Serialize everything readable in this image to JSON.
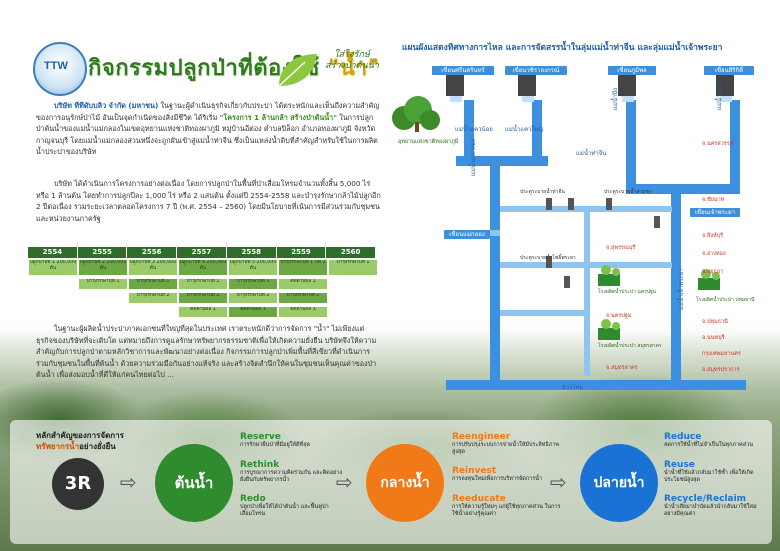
{
  "header": {
    "logo_text": "TTW",
    "title": "กิจกรรมปลูกป่าที่ต้องใช้",
    "title_quote": "\"น้ำ\"",
    "slogan_line1": "ใส่ใจรักษ์",
    "slogan_line2": "สร้างป่าต้นน้ำ"
  },
  "paragraphs": {
    "p1_lead": "บริษัท ทีทีดับบลิว จำกัด (มหาชน)",
    "p1_text": " ในฐานะผู้ดำเนินธุรกิจเกี่ยวกับประปา ได้ตระหนักและเห็นถึงความสำคัญของการอนุรักษ์ป่าไม้ อันเป็นจุดกำเนิดของสิ่งมีชีวิต ได้ริเริ่ม ",
    "p1_project": "\"โครงการ 1 ล้านกล้า สร้างป่าต้นน้ำ\"",
    "p1_text2": " ในการปลูกป่าต้นน้ำของแม่น้ำแม่กลองในเขตอุทยานแห่งชาติทองผาภูมิ หมู่บ้านอีต่อง ตำบลปิล็อก อำเภอทองผาภูมิ จังหวัดกาญจนบุรี โดยแม่น้ำแม่กลองส่วนหนึ่งจะถูกผันเข้าสู่แม่น้ำท่าจีน ซึ่งเป็นแหล่งน้ำดิบที่สำคัญสำหรับใช้ในการผลิตน้ำประปาของบริษัท",
    "p2_text": "บริษัท ได้ดำเนินการโครงการอย่างต่อเนื่อง โดยการปลูกป่าในพื้นที่ป่าเสื่อมโทรมจำนวนทั้งสิ้น 5,000 ไร่ หรือ 1 ล้านต้น โดยทำการปลูกปีละ 1,000 ไร่ หรือ 2 แสนต้น ตั้งแต่ปี 2554-2558 และบำรุงรักษากล้าไม้ปลูกอีก 2 ปีต่อเนื่อง รวมระยะเวลาตลอดโครงการ 7 ปี (พ.ศ. 2554 – 2560) โดยมีนโยบายที่เน้นการมีส่วนร่วมกับชุมชนและหน่วยงานภาครัฐ",
    "p3_text": "ในฐานะผู้ผลิตน้ำประปาภาคเอกชนที่ใหญ่ที่สุดในประเทศ เราตระหนักดีว่าการจัดการ \"น้ำ\" ไม่เพียงแต่ธุรกิจของบริษัทที่จะเติบโต แต่หมายถึงการดูแลรักษาทรัพยากรธรรมชาติเพื่อให้เกิดความยั่งยืน บริษัทจึงให้ความสำคัญกับการปลูกป่าตามหลักวิชาการและพัฒนาอย่างต่อเนื่อง กิจกรรมการปลูกป่าเพิ่มพื้นที่สีเขียวที่ดำเนินการร่วมกับชุมชนในพื้นที่ต้นน้ำ ด้วยความร่วมมือกันอย่างแท้จริง และสร้างจิตสำนึกให้คนในชุมชนเห็นคุณค่าของป่าต้นน้ำ เพื่อส่งมอบน้ำที่ดีให้แก่คนไทยต่อไป ..."
  },
  "timeline": {
    "years": [
      "2554",
      "2555",
      "2556",
      "2557",
      "2558",
      "2559",
      "2560"
    ],
    "row1": [
      "ปลูกป่าปีที่ 1\n200,000 ต้น",
      "ปลูกป่าปีที่ 2\n200,000 ต้น",
      "ปลูกป่าปีที่ 3\n200,000 ต้น",
      "ปลูกป่าปีที่ 4\n200,000 ต้น",
      "ปลูกป่าปีที่ 5\n200,000 ต้น",
      "บำรุงรักษาปีที่ 1 ปีที่ 2",
      "บำรุงรักษาปีที่ 1"
    ],
    "row2": [
      "บำรุงรักษาปีที่ 1",
      "บำรุงรักษาปีที่ 1",
      "บำรุงรักษาปีที่ 1",
      "บำรุงรักษาปีที่ 1",
      "ติดตามผล 1"
    ],
    "row3": [
      "บำรุงรักษาปีที่ 2",
      "บำรุงรักษาปีที่ 2",
      "บำรุงรักษาปีที่ 2",
      "บำรุงรักษาปีที่ 2"
    ],
    "row4": [
      "ติดตามผล 1",
      "ติดตามผล 1",
      "ติดตามผล 1"
    ]
  },
  "diagram": {
    "title": "แผนผังแสดงทิศทางการไหล และการจัดสรรน้ำในลุ่มแม่น้ำท่าจีน และลุ่มแม่น้ำเจ้าพระยา",
    "dams": [
      "เขื่อนศรีนครินทร์",
      "เขื่อนวชิราลงกรณ์",
      "เขื่อนภูมิพล",
      "เขื่อนสิริกิติ์"
    ],
    "dam_mae_klong": "เขื่อนแม่กลอง",
    "dam_chao_phraya": "เขื่อนเจ้าพระยา",
    "river_kwai_noi": "แม่น้ำแควน้อย",
    "river_kwai_yai": "แม่น้ำแควใหญ่",
    "river_mae_klong": "แม่น้ำแม่กลอง",
    "river_tha_chin": "แม่น้ำท่าจีน",
    "river_chao_phraya": "แม่น้ำเจ้าพระยา",
    "river_ping": "แม่น้ำปิง",
    "river_nan": "แม่น้ำน่าน",
    "sea": "อ่าวไทย",
    "park": "อุทยานแห่งชาติทองผาภูมิ",
    "gate_labels": [
      "ประตูระบายน้ำท่าจีน",
      "ประตูระบายน้ำสามชุก",
      "ประตูระบายน้ำโพธิ์พระยา"
    ],
    "plant_nakhon_pathom": "โรงผลิตน้ำประปา นครปฐม",
    "plant_samut_sakhon": "โรงผลิตน้ำประปา สมุทรสาคร",
    "plant_pathum": "โรงผลิตน้ำประปา ปทุมธานี",
    "provinces_left": [
      "จ.สุพรรณบุรี",
      "จ.นครปฐม",
      "จ.สมุทรสาคร"
    ],
    "provinces_right": [
      "จ.นครสวรรค์",
      "จ.ชัยนาท",
      "จ.สิงห์บุรี",
      "จ.อ่างทอง",
      "จ.อยุธยา",
      "จ.ปทุมธานี",
      "จ.นนทบุรี",
      "กรุงเทพมหานคร",
      "จ.สมุทรปราการ"
    ]
  },
  "principles": {
    "head_line1": "หลักสำคัญของการจัดการ",
    "head_line2_red": "ทรัพยากรน้ำ",
    "head_line2_rest": "อย่างยั่งยืน",
    "r3": "3R",
    "upstream": "ต้นน้ำ",
    "midstream": "กลางน้ำ",
    "downstream": "ปลายน้ำ",
    "arrow": "⇨",
    "reserve_kw": "Reserve",
    "reserve_txt": "การรักษาผืนป่าที่มีอยู่ให้ดีที่สุด",
    "rethink_kw": "Rethink",
    "rethink_txt": "การบูรณาการความคิดร่วมกัน และคิดอย่างยั่งยืนกับทรัพยากรน้ำ",
    "redo_kw": "Redo",
    "redo_txt": "ปลูกป่าเพื่อให้ได้ป่าต้นน้ำ และฟื้นฟูป่าเสื่อมโทรม",
    "reengineer_kw": "Reengineer",
    "reengineer_txt": "การปรับปรุงระบบการจ่ายน้ำให้มีประสิทธิภาพสูงสุด",
    "reinvest_kw": "Reinvest",
    "reinvest_txt": "การลงทุนใหม่เพื่อการบริหารจัดการน้ำ",
    "reeducate_kw": "Reeducate",
    "reeducate_txt": "การให้ความรู้ใหม่ๆ แก่ผู้ใช้ทุกภาคส่วน ในการใช้น้ำอย่างรู้คุณค่า",
    "reduce_kw": "Reduce",
    "reduce_txt": "ลดการใช้น้ำที่ไม่จำเป็นในทุกภาคส่วน",
    "reuse_kw": "Reuse",
    "reuse_txt": "นำน้ำที่ใช้แล้วกลับมาใช้ซ้ำ เพื่อให้เกิดประโยชน์สูงสุด",
    "recycle_kw": "Recycle/Reclaim",
    "recycle_txt": "นำน้ำเสียมาบำบัดแล้วนำกลับมาใช้ใหม่อย่างมีคุณค่า"
  }
}
